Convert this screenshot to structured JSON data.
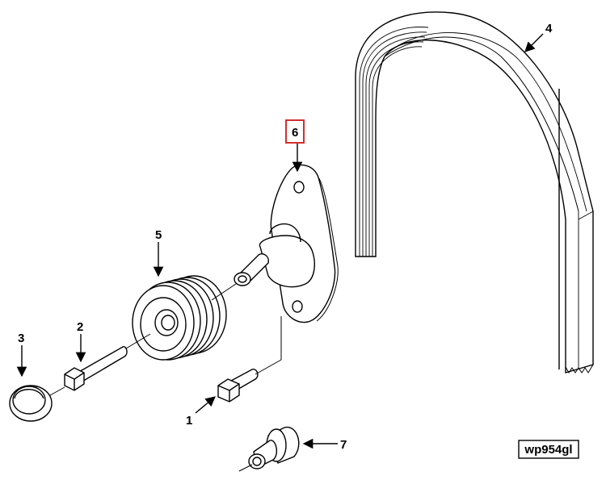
{
  "figure_id": "wp954gl",
  "highlight_color": "#d32f2f",
  "callouts": [
    {
      "id": "1",
      "label": "1"
    },
    {
      "id": "2",
      "label": "2"
    },
    {
      "id": "3",
      "label": "3"
    },
    {
      "id": "4",
      "label": "4"
    },
    {
      "id": "5",
      "label": "5"
    },
    {
      "id": "6",
      "label": "6",
      "highlighted": true
    },
    {
      "id": "7",
      "label": "7"
    }
  ]
}
